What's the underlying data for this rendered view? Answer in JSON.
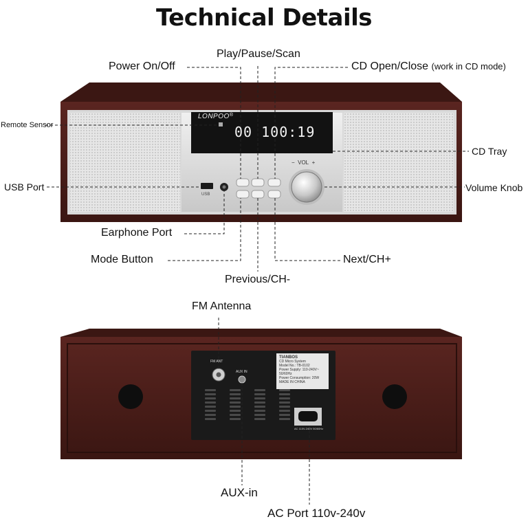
{
  "title": "Technical Details",
  "front": {
    "brand": "LONPOO",
    "brand_mark": "®",
    "display_text": "00 100:19",
    "vol_minus": "−",
    "vol_label": "VOL",
    "vol_plus": "+",
    "usb_text": "USB"
  },
  "front_labels": {
    "power": "Power On/Off",
    "play": "Play/Pause/Scan",
    "cd_open": "CD Open/Close",
    "cd_open_note": "(work in CD mode)",
    "remote": "Remote Sensor",
    "cd_tray": "CD Tray",
    "usb_port": "USB Port",
    "volume": "Volume Knob",
    "earphone": "Earphone Port",
    "mode": "Mode Button",
    "next": "Next/CH+",
    "previous": "Previous/CH-"
  },
  "back": {
    "fm_jack": "FM ANT",
    "aux_jack": "AUX IN",
    "plate_brand": "TIANBOS",
    "plate_lines": [
      "CD Micro System",
      "Model No.: TB-0102",
      "Power Supply: 110-240V~ 50/60Hz",
      "Power Consumption: 20W",
      "MADE IN CHINA"
    ],
    "ac_caption": "AC 110V-240V 50/60Hz"
  },
  "back_labels": {
    "fm": "FM Antenna",
    "aux": "AUX-in",
    "ac": "AC Port 110v-240v"
  },
  "colors": {
    "wood": "#4a1d17",
    "wood_dark": "#3a1612",
    "grille": "#e4e4e4",
    "panel": "#dcdcdc",
    "display": "#111111",
    "leader": "#222222"
  }
}
